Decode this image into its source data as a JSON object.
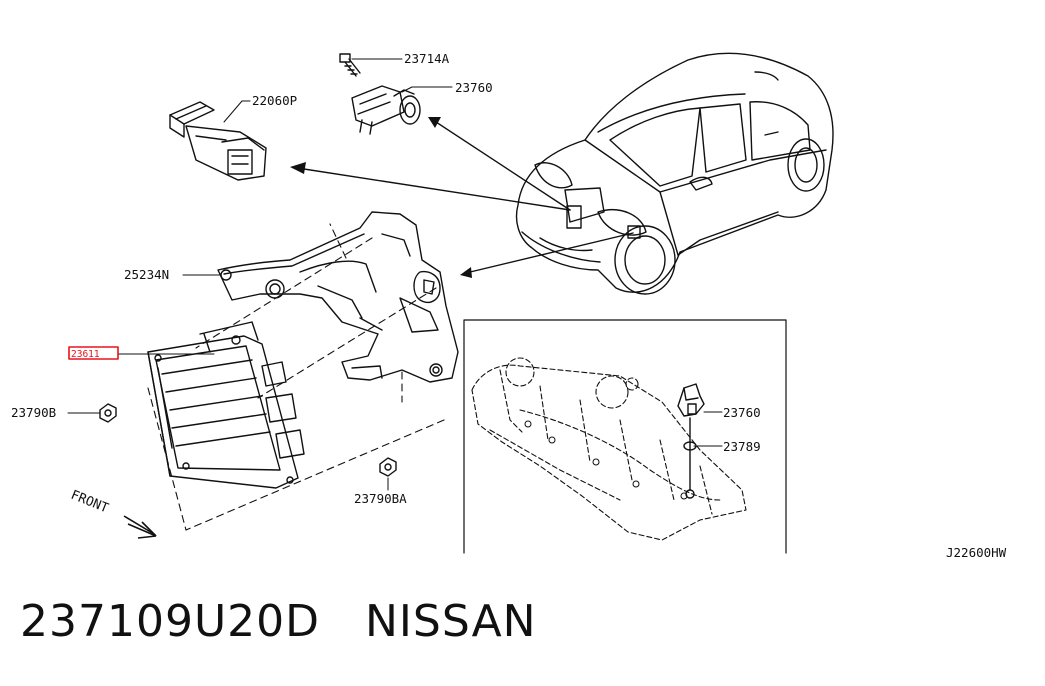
{
  "callouts": {
    "bolt": "23714A",
    "sensor_top": "23760",
    "knock_sensor": "22060P",
    "bracket": "25234N",
    "ecm": "23611",
    "nut_left": "23790B",
    "nut_bottom": "23790BA",
    "sensor_inset": "23760",
    "o_ring": "23789"
  },
  "front_label": "FRONT",
  "diagram_code": "J22600HW",
  "caption": {
    "part_number": "237109U20D",
    "brand": "NISSAN"
  },
  "colors": {
    "line": "#111111",
    "highlight": "#e8141c"
  }
}
